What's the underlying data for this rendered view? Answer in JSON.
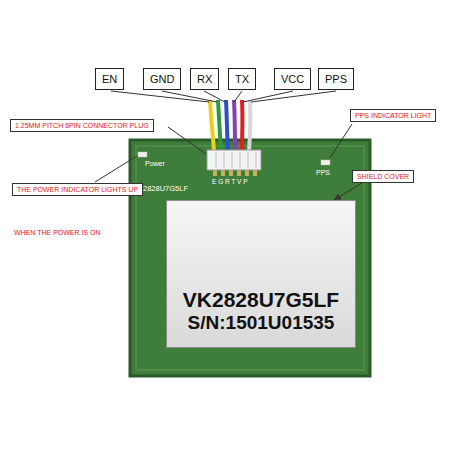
{
  "diagram": {
    "nodes": [
      {
        "text": [
          "EN"
        ]
      },
      {
        "text": [
          "GND"
        ]
      },
      {
        "text": [
          "RX"
        ]
      },
      {
        "text": [
          "TX"
        ]
      },
      {
        "text": [
          "VCC"
        ]
      },
      {
        "text": [
          "PPS"
        ]
      },
      {
        "text": [
          "1.25MM PITCH 6PIN CONNECTOR PLUG"
        ]
      },
      {
        "text": [
          "PPS INDICATOR LIGHT"
        ]
      },
      {
        "text": [
          "THE POWER INDICATOR LIGHTS UP"
        ]
      },
      {
        "text": [
          "SHIELD COVER"
        ]
      },
      {
        "text": [
          "VK2828U7G5LF",
          "S/N:1501U01535"
        ]
      }
    ],
    "edges": [
      {
        "from": 9,
        "to": 10,
        "arrow": "to"
      }
    ],
    "labels": [
      "Power",
      "2828U7G5LF",
      "E G R T V P",
      "PPS",
      "WHEN THE POWER IS ON"
    ]
  }
}
